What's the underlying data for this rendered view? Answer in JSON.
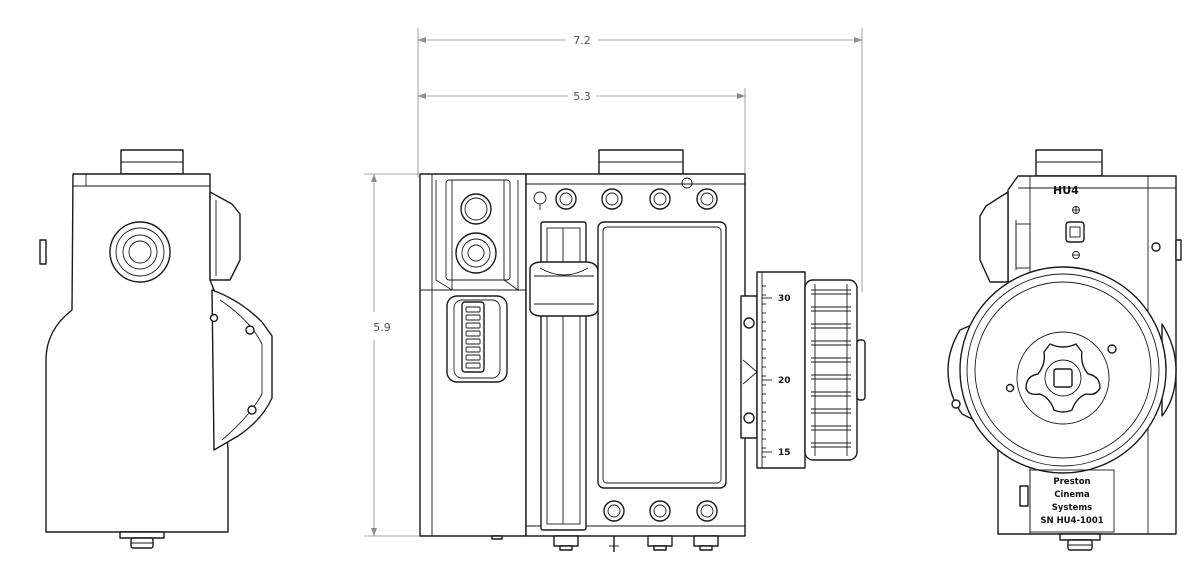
{
  "dimensions": {
    "overall_width": "7.2",
    "body_width": "5.3",
    "height": "5.9"
  },
  "focus_scale": {
    "marks": [
      "30",
      "20",
      "15"
    ]
  },
  "side_view": {
    "model_badge": "HU4",
    "label_lines": [
      "Preston",
      "Cinema",
      "Systems",
      "SN HU4-1001"
    ]
  }
}
